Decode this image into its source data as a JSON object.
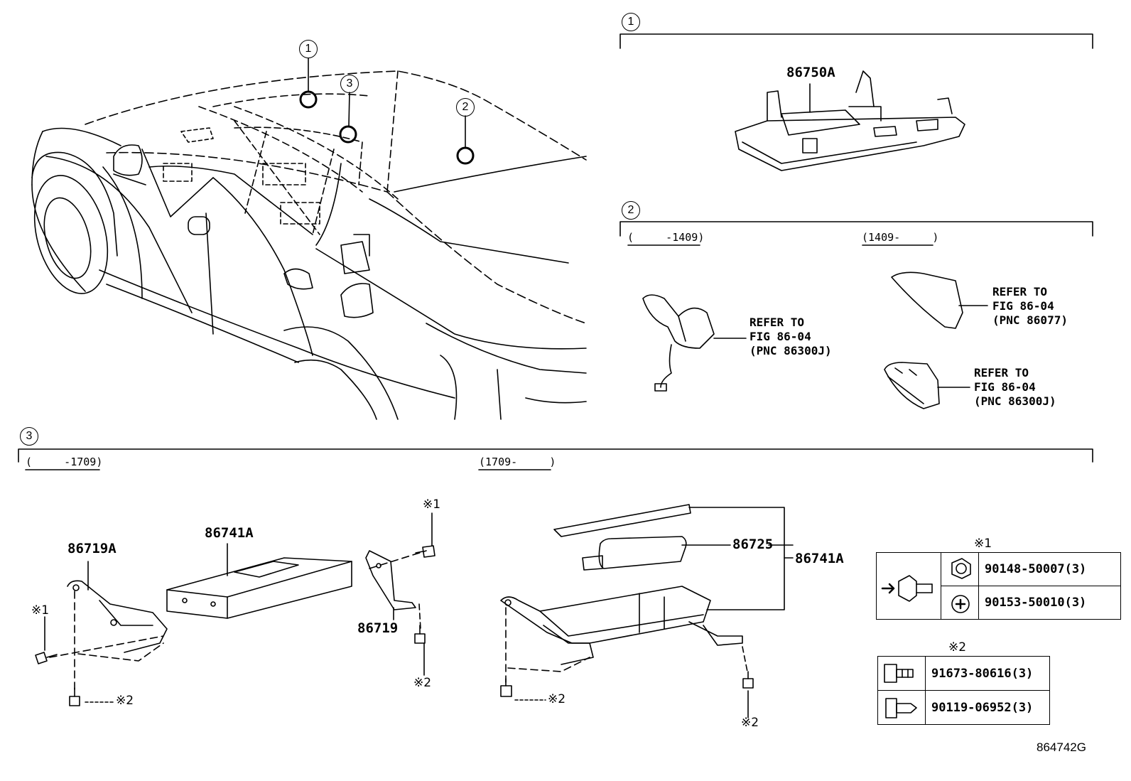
{
  "callouts": {
    "c1": "1",
    "c2": "2",
    "c3": "3"
  },
  "section1": {
    "callout": "1",
    "part": "86750A"
  },
  "section2": {
    "callout": "2",
    "range_a": "(     -1409)",
    "range_b": "(1409-     )",
    "ref_a": "REFER TO\nFIG 86-04\n(PNC 86300J)",
    "ref_b": "REFER TO\nFIG 86-04\n(PNC 86077)",
    "ref_c": "REFER TO\nFIG 86-04\n(PNC 86300J)"
  },
  "section3": {
    "callout": "3",
    "range_a": "(     -1709)",
    "range_b": "(1709-     )",
    "parts": {
      "p86719A": "86719A",
      "p86741A_left": "86741A",
      "p86719": "86719",
      "p86725": "86725",
      "p86741A_right": "86741A"
    },
    "markers": {
      "m1_a": "※1",
      "m1_b": "※1",
      "m2_a": "※2",
      "m2_b": "※2",
      "m2_c": "※2",
      "m2_d": "※2"
    }
  },
  "table1": {
    "title": "※1",
    "rows": [
      "90148-50007(3)",
      "90153-50010(3)"
    ]
  },
  "table2": {
    "title": "※2",
    "rows": [
      "91673-80616(3)",
      "90119-06952(3)"
    ]
  },
  "figure_id": "864742G"
}
